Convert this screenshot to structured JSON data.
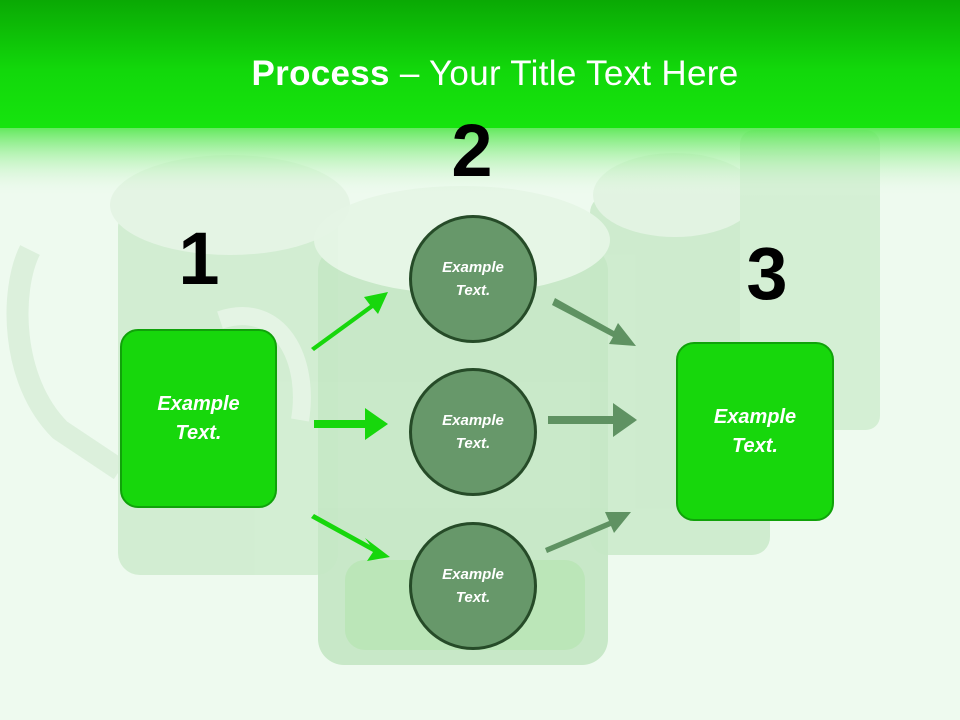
{
  "title": {
    "bold": "Process",
    "rest": " – Your Title Text Here"
  },
  "steps": {
    "one": {
      "number": "1",
      "text_line1": "Example",
      "text_line2": "Text."
    },
    "two": {
      "number": "2"
    },
    "three": {
      "number": "3",
      "text_line1": "Example",
      "text_line2": "Text."
    }
  },
  "circles": [
    {
      "text_line1": "Example",
      "text_line2": "Text."
    },
    {
      "text_line1": "Example",
      "text_line2": "Text."
    },
    {
      "text_line1": "Example",
      "text_line2": "Text."
    }
  ],
  "colors": {
    "header_green": "#0cdc05",
    "box_green": "#17d70c",
    "circle_fill": "#67986a",
    "arrow_bright": "#17d70c",
    "arrow_muted": "#5f9262"
  },
  "background_image": "green-beer-mugs"
}
